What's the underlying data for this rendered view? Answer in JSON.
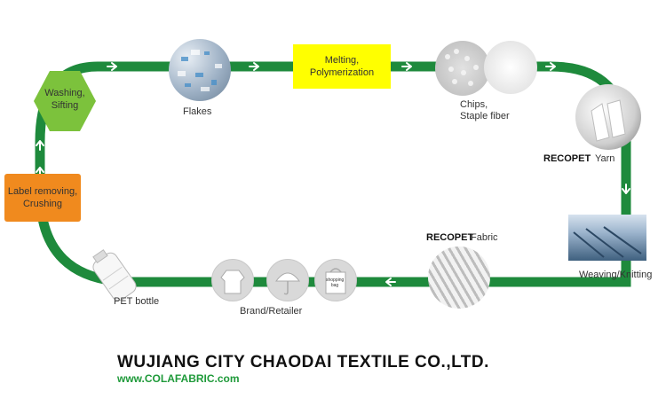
{
  "nodes": {
    "flakes": "Flakes",
    "melting": "Melting,\nPolymerization",
    "chips": "Chips,\nStaple fiber",
    "yarn_brand": "RECOPET",
    "yarn": "Yarn",
    "weaving": "Weaving/Knitting",
    "fabric_brand": "RECOPET",
    "fabric": "Fabric",
    "brand_retailer": "Brand/Retailer",
    "shopping_bag": "shopping\nbag",
    "pet_bottle": "PET bottle",
    "label_removing": "Label removing,\nCrushing",
    "washing": "Washing,\nSifting"
  },
  "footer": {
    "company": "WUJIANG CITY  CHAODAI TEXTILE CO.,LTD.",
    "url": "www.COLAFABRIC.com"
  },
  "colors": {
    "track": "#1e8a3c",
    "melting_box": "#ffff00",
    "label_box": "#f08a1e",
    "washing_hex": "#7cc23c"
  }
}
